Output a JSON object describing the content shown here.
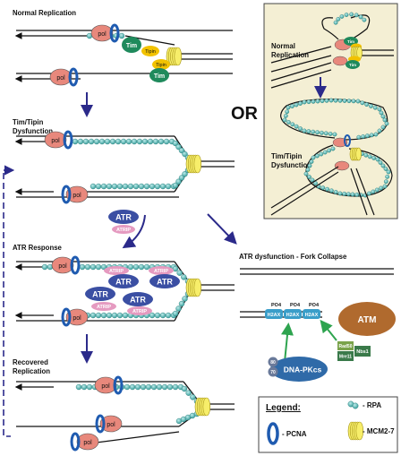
{
  "labels": {
    "normal_replication": "Normal Replication",
    "tim_tipin_dysfunction_line1": "Tim/Tipin",
    "tim_tipin_dysfunction_line2": "Dysfunction",
    "atr_response": "ATR Response",
    "recovered_line1": "Recovered",
    "recovered_line2": "Replication",
    "or": "OR",
    "atr_dysfunction": "ATR dysfunction - Fork Collapse"
  },
  "inset": {
    "normal_line1": "Normal",
    "normal_line2": "Replication",
    "dysf_line1": "Tim/Tipin",
    "dysf_line2": "Dysfunction",
    "bg_color": "#f4efd4"
  },
  "proteins": {
    "pol": "pol",
    "tim": "Tim",
    "tipin": "Tipin",
    "atr": "ATR",
    "atrip": "ATRIP",
    "atm": "ATM",
    "rad50": "Rad50",
    "mre11": "Mre11",
    "nbs1": "Nbs1",
    "dna_pkcs": "DNA-PKcs",
    "ku_top": "80",
    "ku_bottom": "70",
    "h2ax": "H2AX",
    "po4": "PO4"
  },
  "legend": {
    "title": "Legend:",
    "rpa": "- RPA",
    "mcm": "- MCM2-7",
    "pcna": "- PCNA"
  },
  "colors": {
    "pol": "#e8887c",
    "tim": "#1f8a5c",
    "tipin": "#f2c200",
    "mcm": "#f7ee6a",
    "rpa": "#4fb8b5",
    "atr": "#3b4fa3",
    "atrip": "#e59ac0",
    "atm": "#b06a2e",
    "pcna": "#1f5bb0",
    "h2ax": "#3a9ec9",
    "arrow_blue": "#2b2a8a",
    "arrow_green": "#2ea44f"
  }
}
